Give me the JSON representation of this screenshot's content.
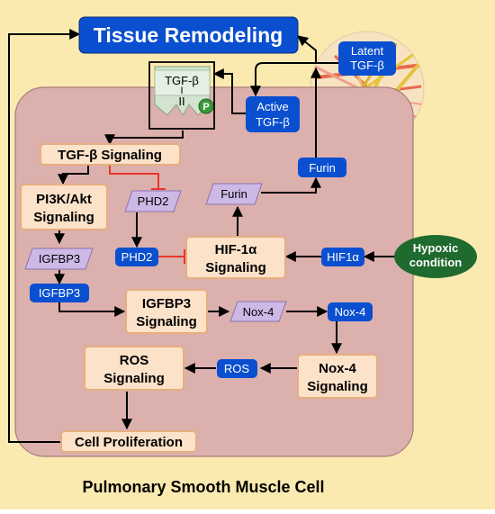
{
  "title": "Tissue Remodeling",
  "cell_label": "Pulmonary Smooth Muscle Cell",
  "receptor": {
    "top_label": "TGF-β",
    "mid_label": "I",
    "bottom_label": "II",
    "phospho_label": "P"
  },
  "matrix": {
    "latent_line1": "Latent",
    "latent_line2": "TGF-β"
  },
  "signals": {
    "active_line1": "Active",
    "active_line2": "TGF-β",
    "furin_blue": "Furin",
    "furin_purple": "Furin",
    "phd2_purple": "PHD2",
    "phd2_blue": "PHD2",
    "hif1a_blue": "HIF1α",
    "igfbp3_purple": "IGFBP3",
    "igfbp3_blue": "IGFBP3",
    "nox4_purple": "Nox-4",
    "nox4_blue": "Nox-4",
    "ros_blue": "ROS"
  },
  "pathways": {
    "tgfb": "TGF-β Signaling",
    "pi3k_line1": "PI3K/Akt",
    "pi3k_line2": "Signaling",
    "hif_line1": "HIF-1α",
    "hif_line2": "Signaling",
    "igfbp3_line1": "IGFBP3",
    "igfbp3_line2": "Signaling",
    "nox4_line1": "Nox-4",
    "nox4_line2": "Signaling",
    "ros_line1": "ROS",
    "ros_line2": "Signaling",
    "proliferation": "Cell Proliferation"
  },
  "stimulus": {
    "line1": "Hypoxic",
    "line2": "condition"
  },
  "colors": {
    "background": "#fbeab0",
    "cell_fill": "#dcb0ad",
    "cell_stroke": "#a87c78",
    "blue": "#0a4fcf",
    "purple": "#cdb8e6",
    "pathway_fill": "#fbe2c9",
    "pathway_stroke": "#e7ae80",
    "green": "#1f6a2e",
    "inhibit": "#e8352a"
  }
}
